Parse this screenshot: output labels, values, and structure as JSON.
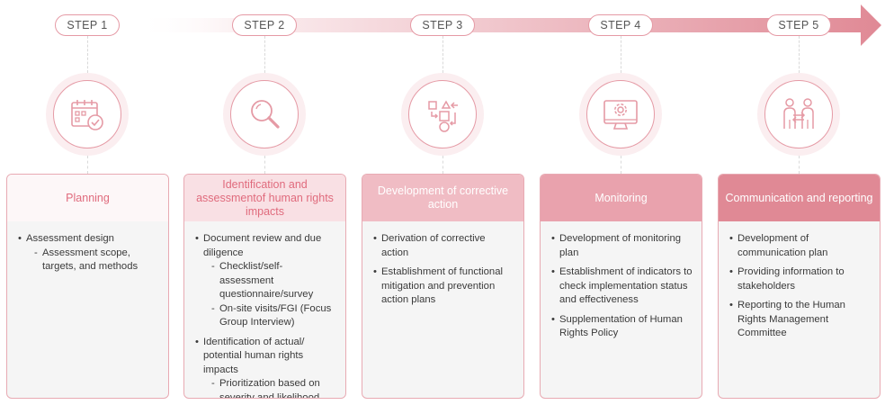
{
  "steps": [
    {
      "step_label": "STEP 1",
      "icon": "calendar-check-icon",
      "title": "Planning",
      "header_bg": "#fdf7f8",
      "header_color": "#e06b7d",
      "items": [
        {
          "text": "Assessment design",
          "subs": [
            "Assessment scope, targets, and methods"
          ]
        }
      ]
    },
    {
      "step_label": "STEP 2",
      "icon": "magnifier-icon",
      "title": "Identification and assessmentof human rights impacts",
      "header_bg": "#f9e0e4",
      "header_color": "#e06b7d",
      "items": [
        {
          "text": "Document review and due diligence",
          "subs": [
            "Checklist/self-assessment questionnaire/survey",
            "On-site visits/FGI (Focus Group Interview)"
          ]
        },
        {
          "text": "Identification of actual/ potential human rights impacts",
          "subs": [
            "Prioritization based on severity and likelihood"
          ]
        }
      ]
    },
    {
      "step_label": "STEP 3",
      "icon": "shapes-arrows-icon",
      "title": "Development of corrective action",
      "header_bg": "#f0bcc4",
      "header_color": "#ffffff",
      "items": [
        {
          "text": "Derivation of corrective action",
          "subs": []
        },
        {
          "text": "Establishment of functional mitigation and prevention action plans",
          "subs": []
        }
      ]
    },
    {
      "step_label": "STEP 4",
      "icon": "monitor-gear-icon",
      "title": "Monitoring",
      "header_bg": "#e9a2ad",
      "header_color": "#ffffff",
      "items": [
        {
          "text": "Development of monitoring plan",
          "subs": []
        },
        {
          "text": "Establishment of indicators to check implementation status and effectiveness",
          "subs": []
        },
        {
          "text": "Supplementation of Human Rights Policy",
          "subs": []
        }
      ]
    },
    {
      "step_label": "STEP 5",
      "icon": "people-exchange-icon",
      "title": "Communication and reporting",
      "header_bg": "#e08995",
      "header_color": "#ffffff",
      "items": [
        {
          "text": "Development of communication plan",
          "subs": []
        },
        {
          "text": "Providing information to stakeholders",
          "subs": []
        },
        {
          "text": "Reporting to the Human Rights Management Committee",
          "subs": []
        }
      ]
    }
  ],
  "colors": {
    "accent": "#e59aa5",
    "arrow_start": "#fbe9ec",
    "arrow_end": "#e08995",
    "card_bg": "#f5f5f5"
  }
}
